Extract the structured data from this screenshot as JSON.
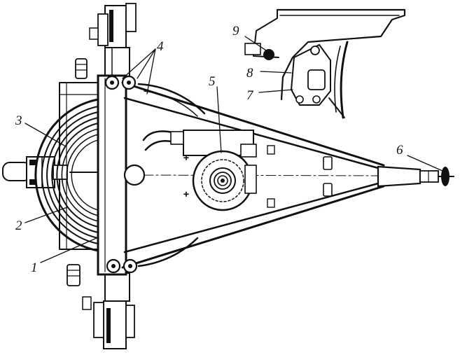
{
  "figure": {
    "labels": [
      {
        "id": "1",
        "text": "1"
      },
      {
        "id": "2",
        "text": "2"
      },
      {
        "id": "3",
        "text": "3"
      },
      {
        "id": "4",
        "text": "4"
      },
      {
        "id": "5",
        "text": "5"
      },
      {
        "id": "6",
        "text": "6"
      },
      {
        "id": "7",
        "text": "7"
      },
      {
        "id": "8",
        "text": "8"
      },
      {
        "id": "9",
        "text": "9"
      }
    ]
  }
}
